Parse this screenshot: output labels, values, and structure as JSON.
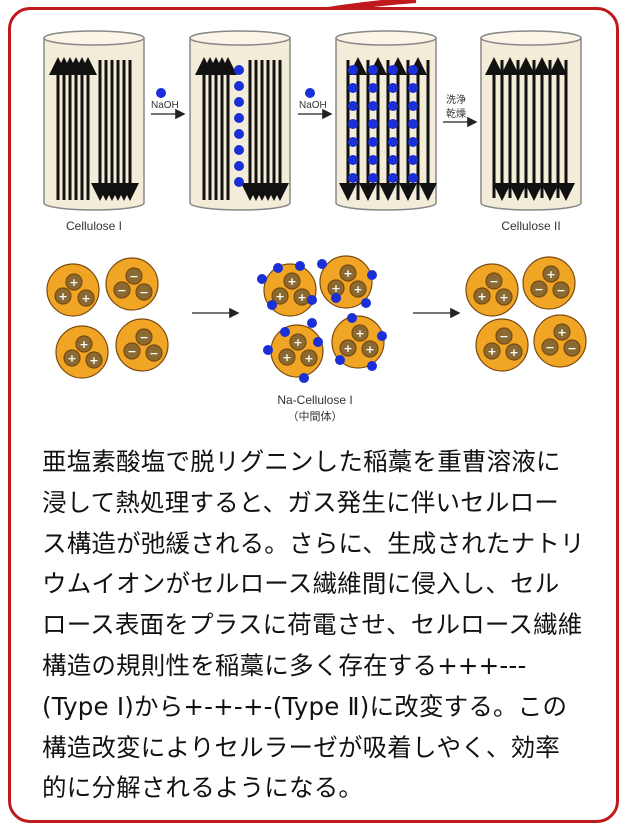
{
  "figure": {
    "top_row": {
      "label_left": "Cellulose I",
      "label_right": "Cellulose II",
      "arrow1_label": "NaOH",
      "arrow2_label": "NaOH",
      "arrow3_label_line1": "洗浄",
      "arrow3_label_line2": "乾燥"
    },
    "bottom_row": {
      "intermediate_label_line1": "Na-Cellulose I",
      "intermediate_label_line2": "（中間体）",
      "plus_symbol": "+",
      "minus_symbol": "−"
    }
  },
  "description": {
    "text": "亜塩素酸塩で脱リグニンした稲藁を重曹溶液に\n浸して熱処理すると、ガス発生に伴いセルロー\nス構造が弛緩される。さらに、生成されたナトリ\nウムイオンがセルロース繊維間に侵入し、セル\nロース表面をプラスに荷電させ、セルロース繊維\n構造の規則性を稲藁に多く存在する+++---\n(Type Ⅰ)から+-+-+-(Type Ⅱ)に改変する。この\n構造改変によりセルラーゼが吸着しやく、効率\n的に分解されるようになる。"
  },
  "colors": {
    "border": "#c0191c",
    "cylinder_fill": "#f3ecd8",
    "ion": "#1a2fd8",
    "particle_fill": "#f0a524",
    "particle_edge": "#7a4a10"
  }
}
